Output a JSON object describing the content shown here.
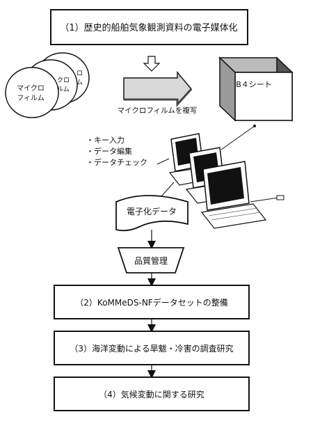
{
  "boxes": {
    "step1": "（1）歴史的船舶気象観測資料の電子媒体化",
    "step2": "（2）KoMMeDS-NFデータセットの整備",
    "step3": "（3）海洋変動による旱魃・冷害の調査研究",
    "step4": "（4）気候変動に関する研究"
  },
  "microfilm": {
    "line1": "マイクロ",
    "line2": "フィルム",
    "back_line1": "クロ",
    "back_line2": "ルム",
    "back2_line1": "ロ",
    "back2_line2": "ム"
  },
  "copy_label": "マイクロフィルムを複写",
  "b4_label": "B４シート",
  "tasks": [
    "・キー入力",
    "・データ編集",
    "・データチェック"
  ],
  "edata_label": "電子化データ",
  "qc_label": "品質管理"
}
